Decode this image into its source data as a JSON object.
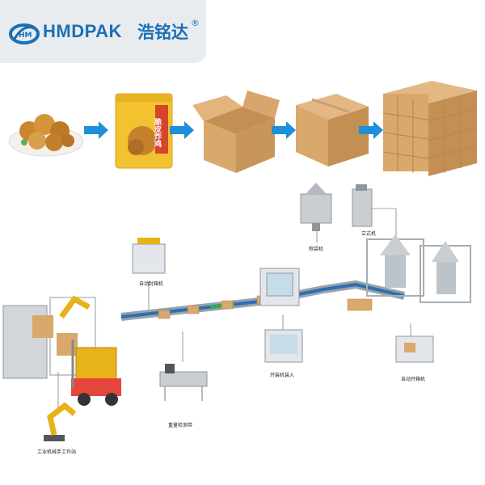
{
  "header": {
    "brand_latin": "HMDPAK",
    "brand_cn": "浩铭达",
    "registered_mark": "®",
    "logo_icon": "hm-swirl-logo-icon",
    "brand_color": "#1b6fb5"
  },
  "process_steps": [
    {
      "name": "fried-chicken",
      "icon": "fried-chicken-icon"
    },
    {
      "name": "snack-bag",
      "icon": "snack-bag-icon",
      "bag_text": "脆皮炸鸡"
    },
    {
      "name": "open-carton",
      "icon": "open-carton-icon"
    },
    {
      "name": "sealed-carton",
      "icon": "sealed-carton-icon"
    },
    {
      "name": "palletized-cartons",
      "icon": "pallet-stack-icon"
    }
  ],
  "colors": {
    "arrow": "#1e8fdc",
    "carton": "#d9a86b",
    "robot": "#e8b21a",
    "forklift": "#e8b21a",
    "equipment": "#c9ced3"
  },
  "machine_labels": {
    "weigher": "称袋机",
    "vertical_packer": "立式机",
    "case_sealer": "自动封箱机",
    "case_packer": "开装机装入",
    "check_weigher": "重量检测带",
    "case_erector": "自动开箱机",
    "palletizer": "工业机械手工作站"
  }
}
